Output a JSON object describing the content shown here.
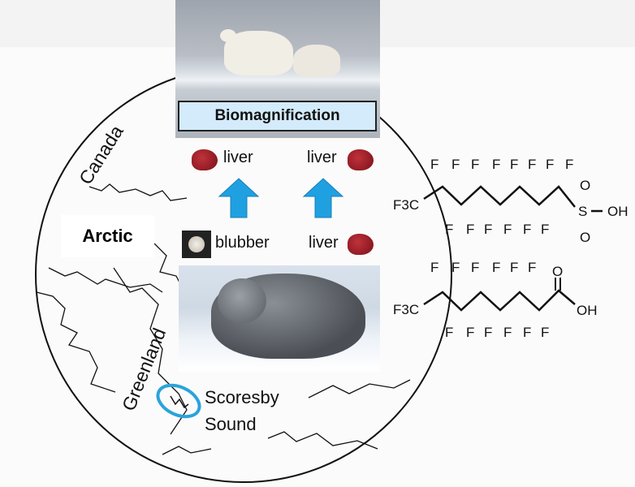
{
  "title_box": "Biomagnification",
  "region_label": "Arctic",
  "geo_labels": {
    "canada": "Canada",
    "greenland": "Greenland",
    "scoresby_line1": "Scoresby",
    "scoresby_line2": "Sound"
  },
  "tissues": {
    "liver_bear_left": "liver",
    "liver_bear_right": "liver",
    "blubber": "blubber",
    "liver_seal": "liver"
  },
  "chem": {
    "f": "F",
    "cf3": "F3C",
    "oh": "OH",
    "s": "S",
    "o": "O"
  },
  "colors": {
    "arrow": "#1fa0e0",
    "box": "#d3ebfa",
    "ellipse": "#2aa3dc"
  }
}
